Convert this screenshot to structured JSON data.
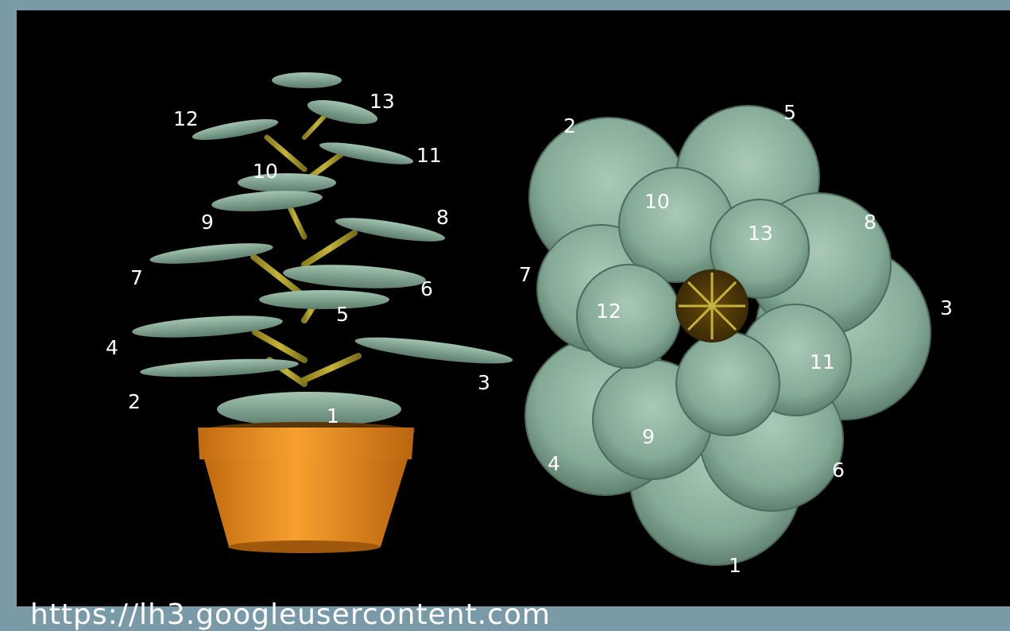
{
  "side_view": {
    "leaf_labels": [
      "1",
      "2",
      "3",
      "4",
      "5",
      "6",
      "7",
      "8",
      "9",
      "10",
      "11",
      "12",
      "13"
    ]
  },
  "top_view": {
    "leaf_labels": [
      "1",
      "2",
      "3",
      "4",
      "5",
      "6",
      "7",
      "8",
      "9",
      "10",
      "11",
      "12",
      "13"
    ]
  },
  "source_url": "https://lh3.googleusercontent.com",
  "colors": {
    "frame": "#7a9aa8",
    "background": "#000000",
    "leaf": "#8fb3a0",
    "stem": "#a89a2a",
    "pot": "#e0891a",
    "label": "#ffffff"
  }
}
